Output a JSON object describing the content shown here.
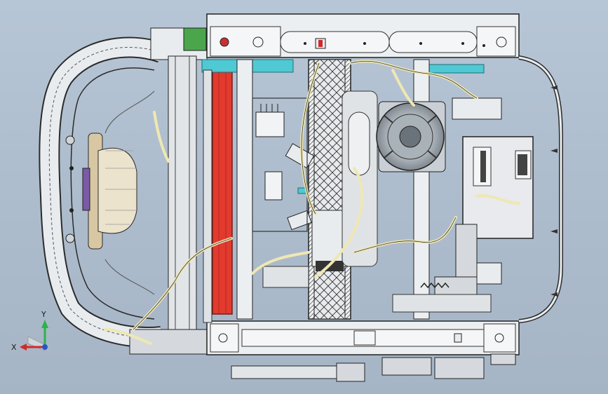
{
  "viewport": {
    "background_top": "#b7c6d6",
    "background_bottom": "#a6b5c6",
    "model": "seat-frame-assembly-top-view"
  },
  "colors": {
    "frame_fill": "#e9ecef",
    "frame_stroke": "#2b2b2b",
    "rail_red": "#e23a2e",
    "accent_cyan": "#4fc9d3",
    "wire_cream": "#efe7b4",
    "part_yellow": "#d7c13c",
    "part_green": "#4ba64b",
    "seat_tan": "#d8c7a3",
    "motor_grey": "#9aa2aa"
  },
  "triad": {
    "x_label": "X",
    "y_label": "Y",
    "x_color": "#d02a2a",
    "y_color": "#2bb34a",
    "z_color": "#2a55c8"
  }
}
